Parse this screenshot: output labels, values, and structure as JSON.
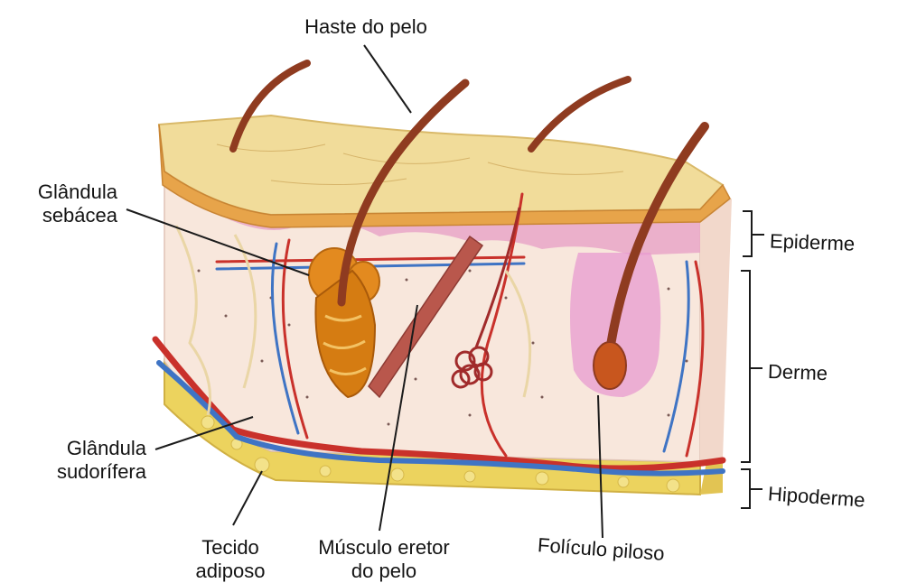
{
  "labels": {
    "haste_do_pelo": "Haste do pelo",
    "glandula_sebacea": "Glândula\nsebácea",
    "glandula_sudorifera": "Glândula\nsudorífera",
    "tecido_adiposo": "Tecido\nadiposo",
    "musculo_eretor": "Músculo eretor\ndo pelo",
    "foliculo_piloso": "Folículo piloso",
    "epiderme": "Epiderme",
    "derme": "Derme",
    "hipoderme": "Hipoderme"
  },
  "colors": {
    "epidermis_top": "#f1dc9a",
    "epidermis_band": "#e7a44a",
    "dermis_pink": "#e9a6c8",
    "dermis_body": "#f8e7dc",
    "hypodermis_fat": "#ecd35e",
    "hair": "#8f3b20",
    "sebaceous_gland": "#e38a1f",
    "artery": "#c9312b",
    "vein": "#3f74c4",
    "nerve": "#f1e0b0"
  }
}
